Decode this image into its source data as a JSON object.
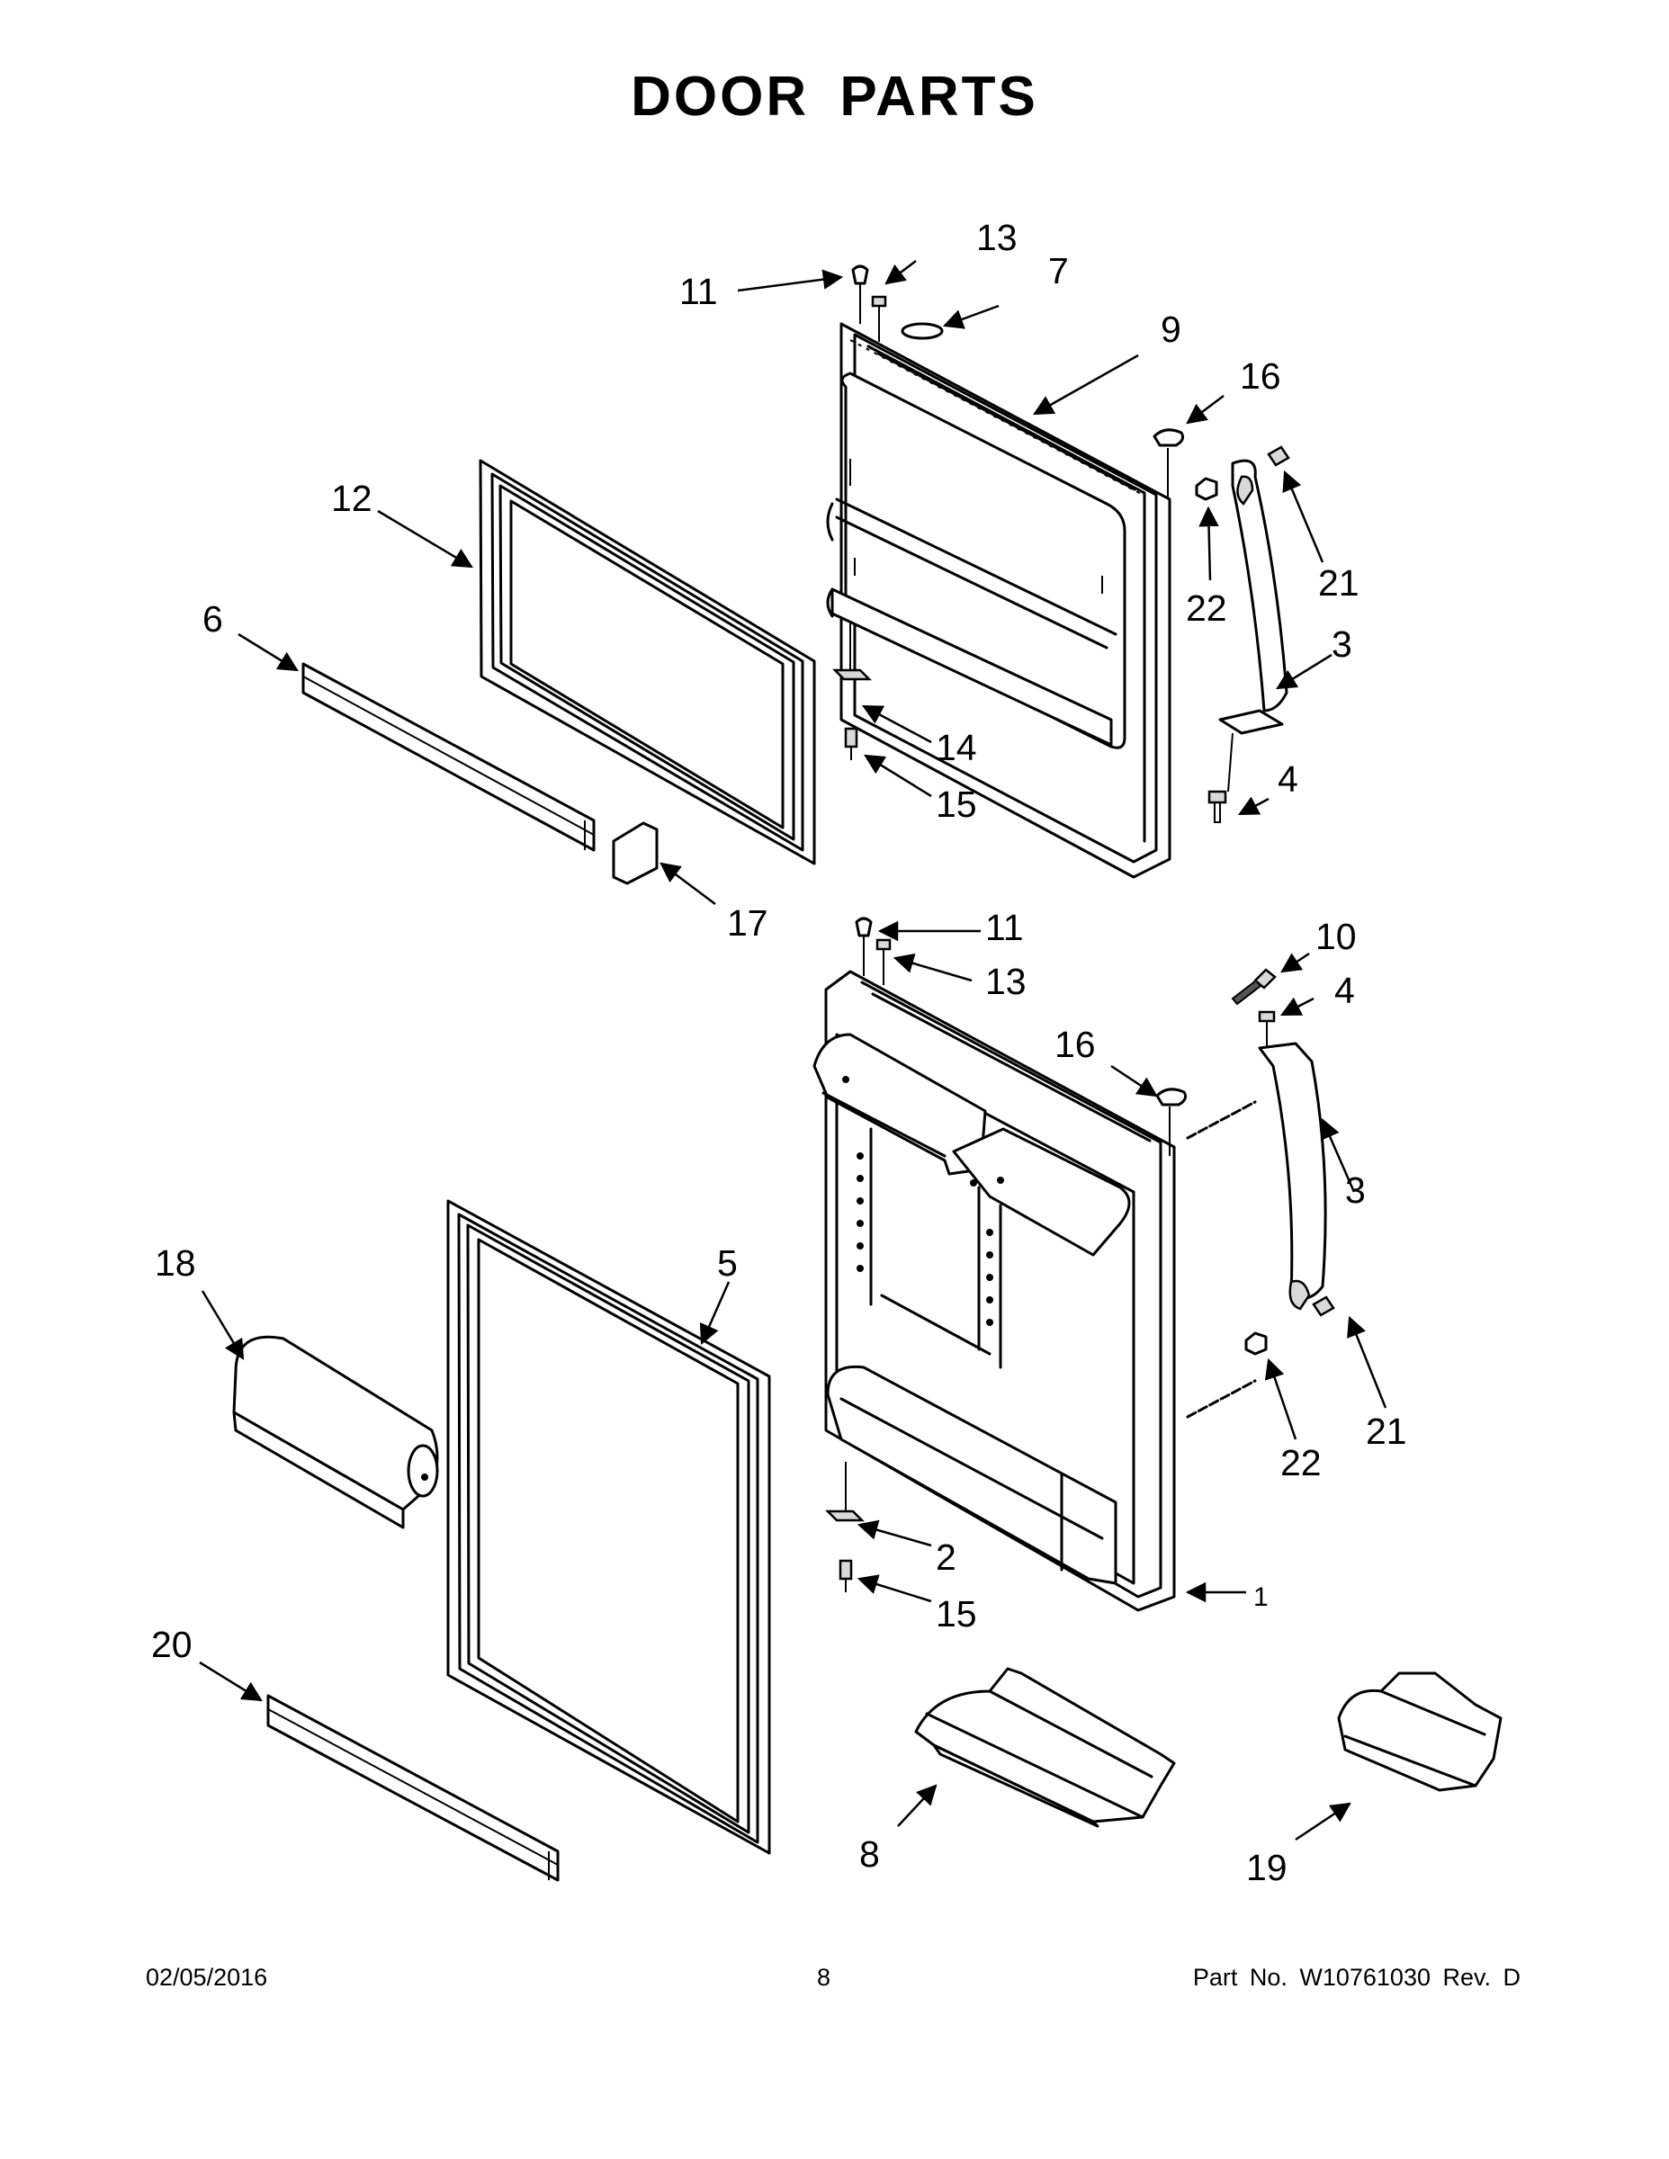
{
  "page": {
    "title": "DOOR PARTS",
    "footer": {
      "date": "02/05/2016",
      "page_number": "8",
      "part_number": "Part No.  W10761030  Rev.  D"
    }
  },
  "callouts": {
    "c1": "1",
    "c2": "2",
    "c3_top": "3",
    "c3_bottom": "3",
    "c4_top": "4",
    "c4_bottom": "4",
    "c5": "5",
    "c6": "6",
    "c7": "7",
    "c8": "8",
    "c9": "9",
    "c10": "10",
    "c11_top": "11",
    "c11_bottom": "11",
    "c12": "12",
    "c13_top": "13",
    "c13_bottom": "13",
    "c14": "14",
    "c15_top": "15",
    "c15_bottom": "15",
    "c16_top": "16",
    "c16_bottom": "16",
    "c17": "17",
    "c18": "18",
    "c19": "19",
    "c20": "20",
    "c21_top": "21",
    "c21_bottom": "21",
    "c22_top": "22",
    "c22_bottom": "22"
  }
}
